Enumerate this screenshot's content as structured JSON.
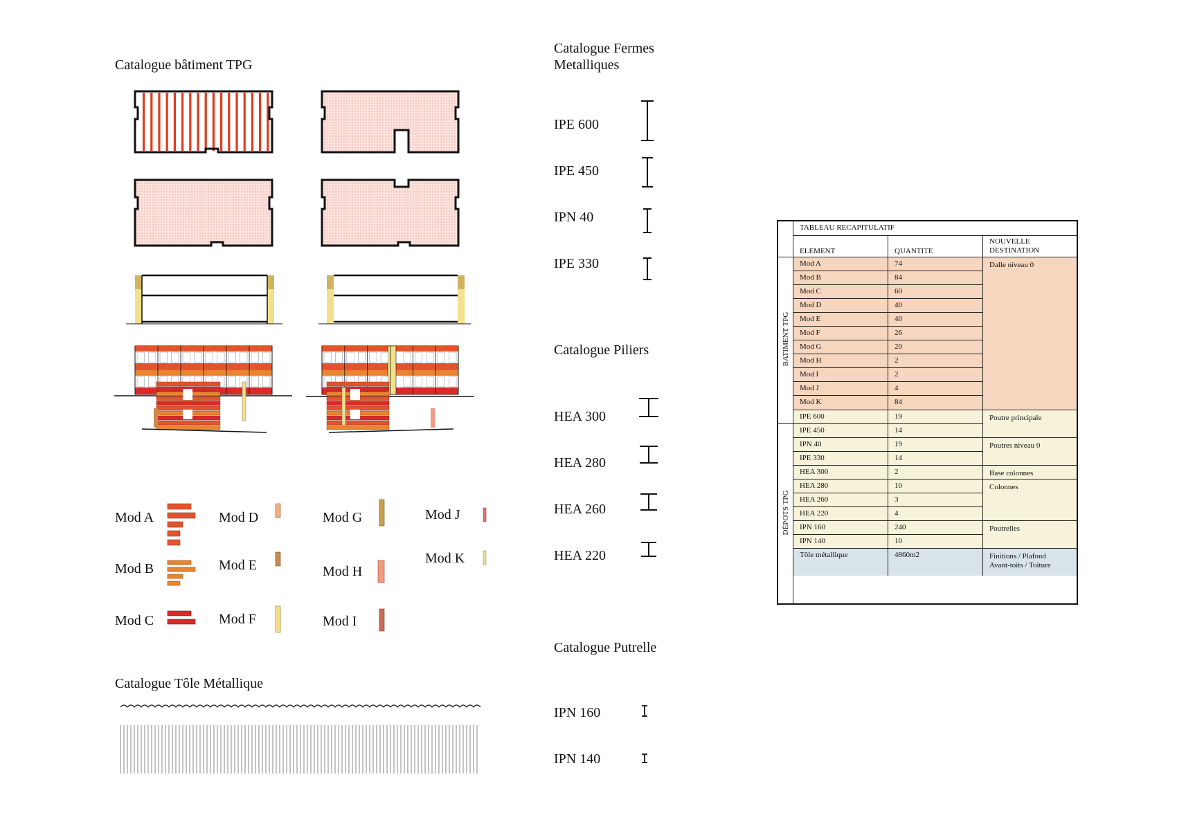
{
  "headings": {
    "batiment": "Catalogue bâtiment TPG",
    "fermes_line1": "Catalogue Fermes",
    "fermes_line2": "Metalliques",
    "piliers": "Catalogue Piliers",
    "putrelle": "Catalogue Putrelle",
    "tole": "Catalogue Tôle Métallique"
  },
  "fermes": [
    "IPE 600",
    "IPE 450",
    "IPN 40",
    "IPE 330"
  ],
  "piliers": [
    "HEA 300",
    "HEA 280",
    "HEA 260",
    "HEA 220"
  ],
  "putrelles": [
    "IPN 160",
    "IPN 140"
  ],
  "modules": [
    {
      "label": "Mod A",
      "color": "#e4542c"
    },
    {
      "label": "Mod B",
      "color": "#e9852e"
    },
    {
      "label": "Mod C",
      "color": "#d82a2a"
    },
    {
      "label": "Mod D",
      "color": "#f3b07c"
    },
    {
      "label": "Mod E",
      "color": "#c98b4f"
    },
    {
      "label": "Mod F",
      "color": "#f4df8a"
    },
    {
      "label": "Mod G",
      "color": "#c9a14f"
    },
    {
      "label": "Mod H",
      "color": "#f39a80"
    },
    {
      "label": "Mod I",
      "color": "#c96a55"
    },
    {
      "label": "Mod J",
      "color": "#e8706c"
    },
    {
      "label": "Mod K",
      "color": "#e8e09a"
    }
  ],
  "colors": {
    "batiment_bg": "#f6d6bf",
    "depots_bg": "#f6f3da",
    "tole_bg": "#d9e4ea",
    "plan_fill": "#fbe1dc",
    "accent_red": "#e23a1a"
  },
  "table": {
    "title": "TABLEAU RECAPITULATIF",
    "headers": {
      "element": "ELEMENT",
      "quantite": "QUANTITE",
      "destination_line1": "NOUVELLE",
      "destination_line2": "DESTINATION"
    },
    "group_labels": {
      "batiment": "BATIMENT TPG",
      "depots": "DÉPOTS TPG"
    },
    "rows": [
      {
        "element": "Mod A",
        "quantite": "74"
      },
      {
        "element": "Mod B",
        "quantite": "84"
      },
      {
        "element": "Mod C",
        "quantite": "60"
      },
      {
        "element": "Mod D",
        "quantite": "40"
      },
      {
        "element": "Mod E",
        "quantite": "40"
      },
      {
        "element": "Mod F",
        "quantite": "26"
      },
      {
        "element": "Mod G",
        "quantite": "20"
      },
      {
        "element": "Mod H",
        "quantite": "2"
      },
      {
        "element": "Mod I",
        "quantite": "2"
      },
      {
        "element": "Mod J",
        "quantite": "4"
      },
      {
        "element": "Mod K",
        "quantite": "84"
      },
      {
        "element": "IPE 600",
        "quantite": "19"
      },
      {
        "element": "IPE 450",
        "quantite": "14"
      },
      {
        "element": "IPN 40",
        "quantite": "19"
      },
      {
        "element": "IPE 330",
        "quantite": "14"
      },
      {
        "element": "HEA 300",
        "quantite": "2"
      },
      {
        "element": "HEA 280",
        "quantite": "10"
      },
      {
        "element": "HEA 260",
        "quantite": "3"
      },
      {
        "element": "HEA 220",
        "quantite": "4"
      },
      {
        "element": "IPN 160",
        "quantite": "240"
      },
      {
        "element": "IPN 140",
        "quantite": "10"
      },
      {
        "element": "Tôle métallique",
        "quantite": "4860m2"
      }
    ],
    "destinations": [
      {
        "line1": "Dalle niveau 0",
        "line2": ""
      },
      {
        "line1": "Poutre principale",
        "line2": ""
      },
      {
        "line1": "Poutres niveau 0",
        "line2": ""
      },
      {
        "line1": "Base colonnes",
        "line2": ""
      },
      {
        "line1": "Colonnes",
        "line2": ""
      },
      {
        "line1": "Poutrelles",
        "line2": ""
      },
      {
        "line1": "Finitions / Plafond",
        "line2": "Avant-toits / Toiture"
      }
    ]
  }
}
